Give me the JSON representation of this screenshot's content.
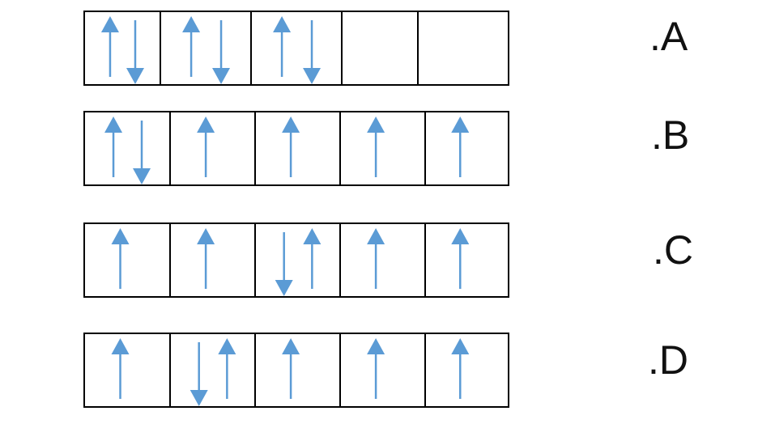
{
  "colors": {
    "arrow": "#5b9bd5",
    "box_stroke": "#000000",
    "label": "#111111"
  },
  "options": [
    {
      "label": ".A",
      "boxes": [
        [
          "up",
          "down"
        ],
        [
          "up",
          "down"
        ],
        [
          "up",
          "down"
        ],
        [],
        []
      ]
    },
    {
      "label": ".B",
      "boxes": [
        [
          "up",
          "down"
        ],
        [
          "up"
        ],
        [
          "up"
        ],
        [
          "up"
        ],
        [
          "up"
        ]
      ]
    },
    {
      "label": ".C",
      "boxes": [
        [
          "up"
        ],
        [
          "up"
        ],
        [
          "down",
          "up"
        ],
        [
          "up"
        ],
        [
          "up"
        ]
      ]
    },
    {
      "label": ".D",
      "boxes": [
        [
          "up"
        ],
        [
          "down",
          "up"
        ],
        [
          "up"
        ],
        [
          "up"
        ],
        [
          "up"
        ]
      ]
    }
  ]
}
